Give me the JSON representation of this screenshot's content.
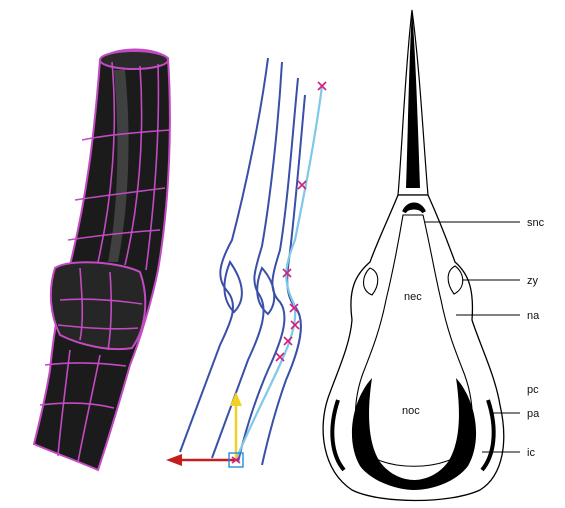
{
  "figure": {
    "panels": [
      {
        "id": "surface-model-panel"
      },
      {
        "id": "curve-network-panel",
        "gizmo_axes": [
          "x-axis",
          "y-axis"
        ]
      },
      {
        "id": "skull-cross-section-panel"
      }
    ],
    "labels": {
      "snc": "snc",
      "zy": "zy",
      "na": "na",
      "pc": "pc",
      "pa": "pa",
      "ic": "ic",
      "nec": "nec",
      "noc": "noc"
    },
    "colors": {
      "surface_fill": "#1b1b1b",
      "wireframe": "#c24bc2",
      "curves": "#3a4fa8",
      "selected_curve": "#7ec8e8",
      "control_points": "#d02080",
      "axis_x": "#c41e1e",
      "axis_y": "#f2d022",
      "axis_z": "#1e90e0",
      "drawing_ink": "#000000"
    }
  }
}
